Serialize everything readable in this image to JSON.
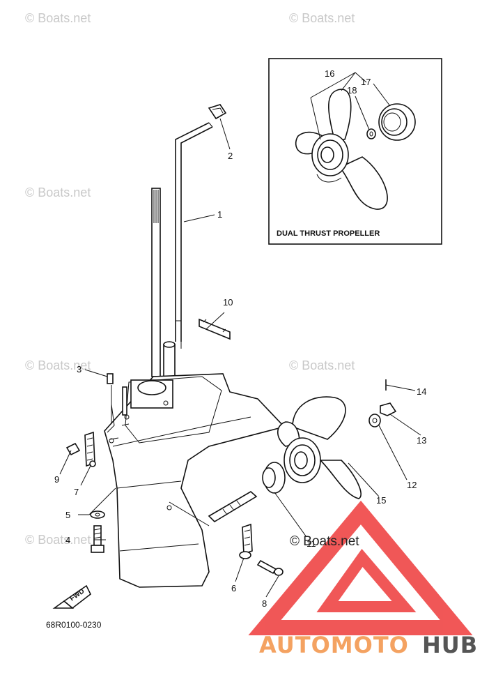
{
  "watermark_text": "© Boats.net",
  "inset": {
    "caption": "DUAL THRUST PROPELLER"
  },
  "drawing_number": "68R0100-0230",
  "fwd_label": "FWD",
  "brand": {
    "part1": "AUTOMOTO",
    "part2": "HUB",
    "color1": "#f4a261",
    "color2": "#555555"
  },
  "part_labels": {
    "p1": "1",
    "p2": "2",
    "p3": "3",
    "p4": "4",
    "p5": "5",
    "p6": "6",
    "p7": "7",
    "p8": "8",
    "p9": "9",
    "p10": "10",
    "p11": "11",
    "p12": "12",
    "p13": "13",
    "p14": "14",
    "p15": "15",
    "p16": "16",
    "p17": "17",
    "p18": "18"
  }
}
